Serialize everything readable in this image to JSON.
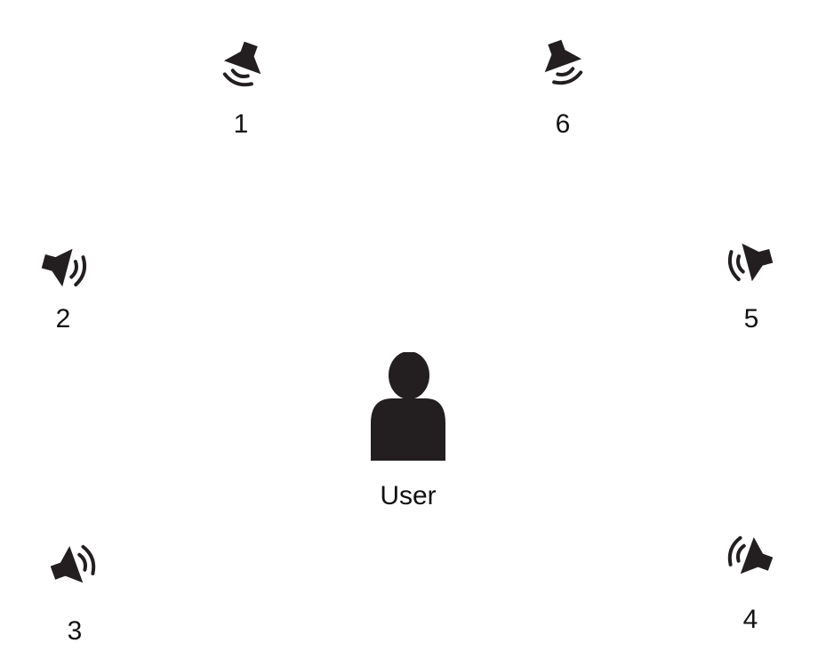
{
  "colors": {
    "icon_fill": "#231f20",
    "text": "#111111",
    "background": "#ffffff"
  },
  "user": {
    "icon": "person-icon",
    "label": "User"
  },
  "speakers": [
    {
      "label": "1",
      "icon": "speaker-icon"
    },
    {
      "label": "6",
      "icon": "speaker-icon"
    },
    {
      "label": "2",
      "icon": "speaker-icon"
    },
    {
      "label": "5",
      "icon": "speaker-icon"
    },
    {
      "label": "3",
      "icon": "speaker-icon"
    },
    {
      "label": "4",
      "icon": "speaker-icon"
    }
  ]
}
